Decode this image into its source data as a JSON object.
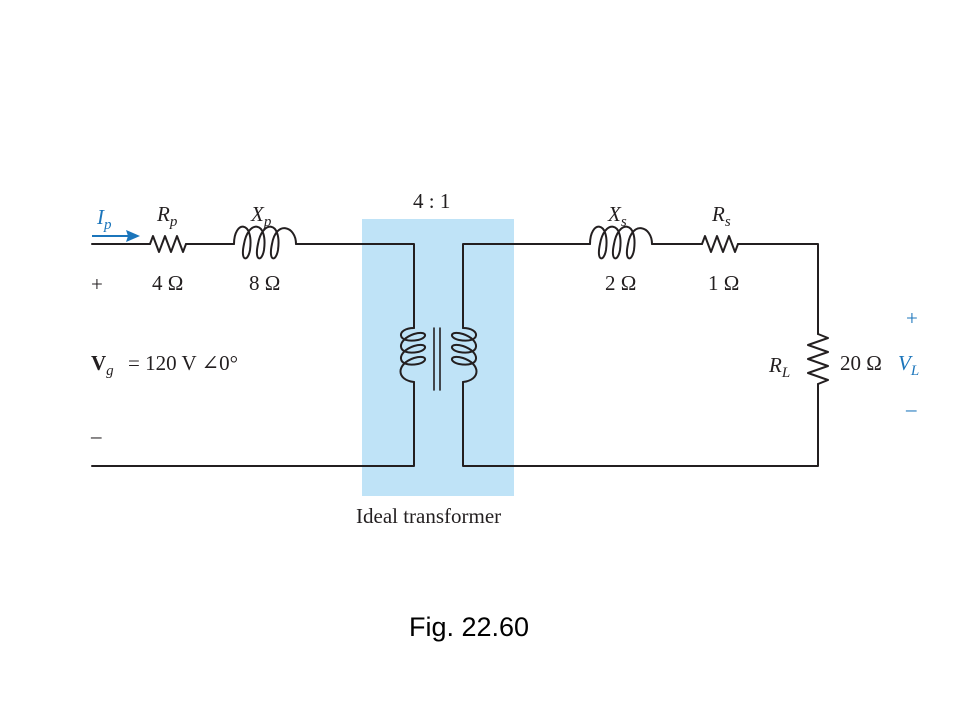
{
  "colors": {
    "wire": "#231f20",
    "transformer_box": "#bfe3f7",
    "accent": "#1b75bb"
  },
  "source": {
    "current_symbol": "I",
    "current_sub": "p",
    "plus": "+",
    "minus": "–",
    "voltage_symbol": "V",
    "voltage_sub": "g",
    "voltage_value": "= 120 V ∠0°"
  },
  "primary": {
    "rp_symbol": "R",
    "rp_sub": "p",
    "rp_value": "4 Ω",
    "xp_symbol": "X",
    "xp_sub": "p",
    "xp_value": "8 Ω"
  },
  "transformer": {
    "ratio": "4 : 1",
    "caption": "Ideal transformer"
  },
  "secondary": {
    "xs_symbol": "X",
    "xs_sub": "s",
    "xs_value": "2 Ω",
    "rs_symbol": "R",
    "rs_sub": "s",
    "rs_value": "1 Ω",
    "rl_symbol": "R",
    "rl_sub": "L",
    "rl_value": "20 Ω"
  },
  "load_voltage": {
    "plus": "+",
    "symbol": "V",
    "sub": "L",
    "minus": "–"
  },
  "figure": {
    "caption": "Fig. 22.60"
  }
}
